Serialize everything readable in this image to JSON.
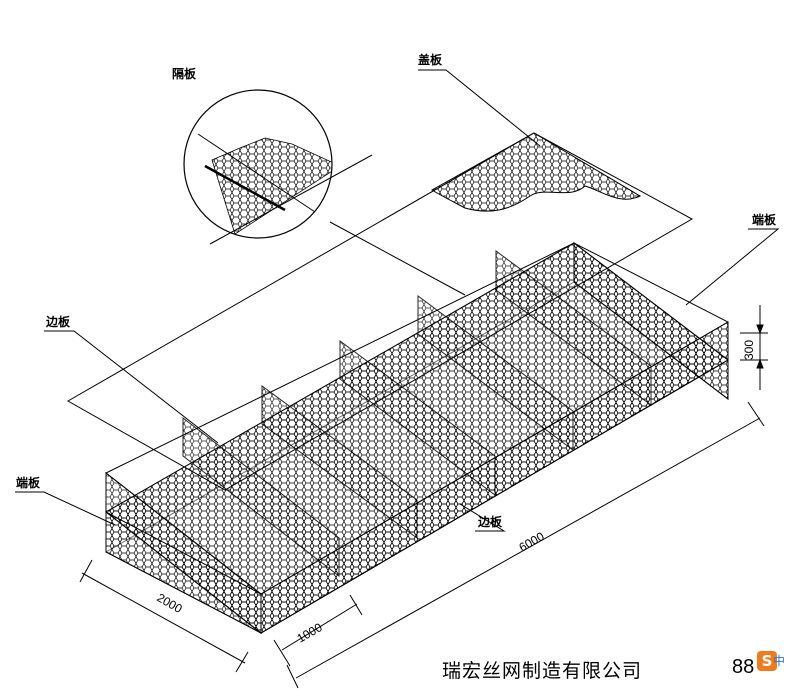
{
  "labels": {
    "partition": "隔板",
    "lid": "盖板",
    "end_right": "端板",
    "side_left": "边板",
    "end_left": "端板",
    "side_bottom": "边板"
  },
  "dimensions": {
    "height": "300",
    "length": "6000",
    "width": "2000",
    "cell": "1000"
  },
  "footer": {
    "company": "瑞宏丝网制造有限公司",
    "page": "88"
  },
  "ime": {
    "logo": "S",
    "mode": "中"
  }
}
